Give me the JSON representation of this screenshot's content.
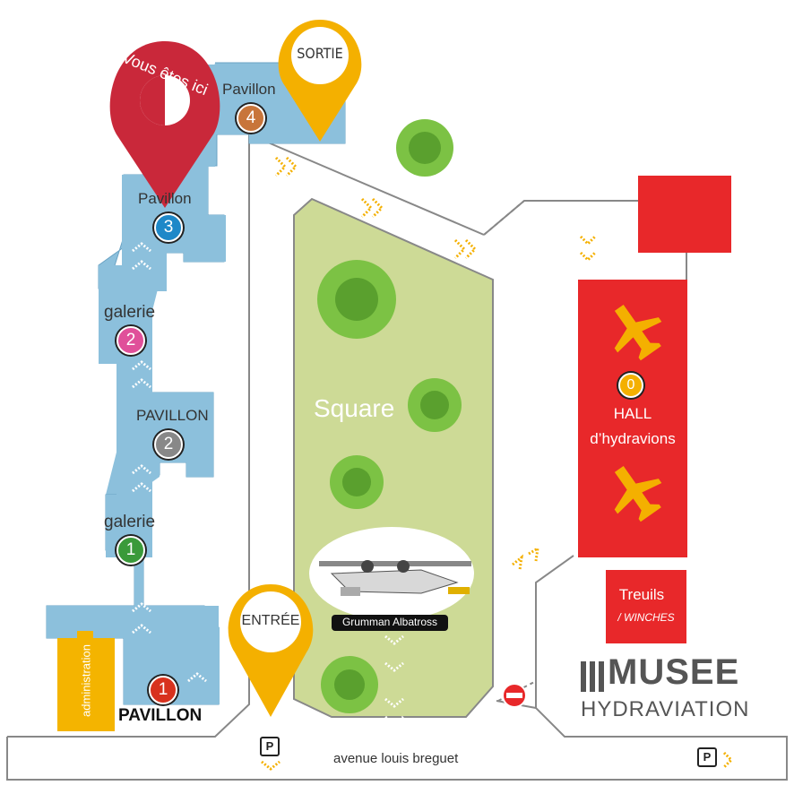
{
  "map_title": "MUSEE HYDRAVIATION",
  "logo": {
    "line1": "MUSEE",
    "line2": "HYDRAVIATION"
  },
  "you_are_here": "Vous êtes ici",
  "pins": {
    "exit": "SORTIE",
    "entrance": "ENTRÉE"
  },
  "pavilions": [
    {
      "label": "Pavillon",
      "number": "4",
      "color": "#c8753a"
    },
    {
      "label": "Pavillon",
      "number": "3",
      "color": "#1e88c8"
    },
    {
      "label": "galerie",
      "number": "2",
      "color": "#e0509a"
    },
    {
      "label": "PAVILLON",
      "number": "2",
      "color": "#888888"
    },
    {
      "label": "galerie",
      "number": "1",
      "color": "#3a9a3a"
    },
    {
      "label": "PAVILLON",
      "number": "1",
      "color": "#d8321e"
    }
  ],
  "hall": {
    "number": "0",
    "label_line1": "HALL",
    "label_line2": "d’hydravions"
  },
  "treuils": {
    "label": "Treuils",
    "sublabel": "/ WINCHES"
  },
  "square": "Square",
  "aircraft": "Grumman Albatross",
  "administration": "administration",
  "street": "avenue louis breguet",
  "parking": "P",
  "colors": {
    "building_blue": "#8cc0dc",
    "square_green": "#cdda96",
    "hall_red": "#e8282a",
    "pin_orange": "#f4b000",
    "pin_red": "#c9283a",
    "admin_orange": "#f4b400",
    "logo_gray": "#555555"
  },
  "icons": [
    "plane-icon",
    "no-entry-icon",
    "parking-icon",
    "tree-icon",
    "chevron-icon"
  ]
}
